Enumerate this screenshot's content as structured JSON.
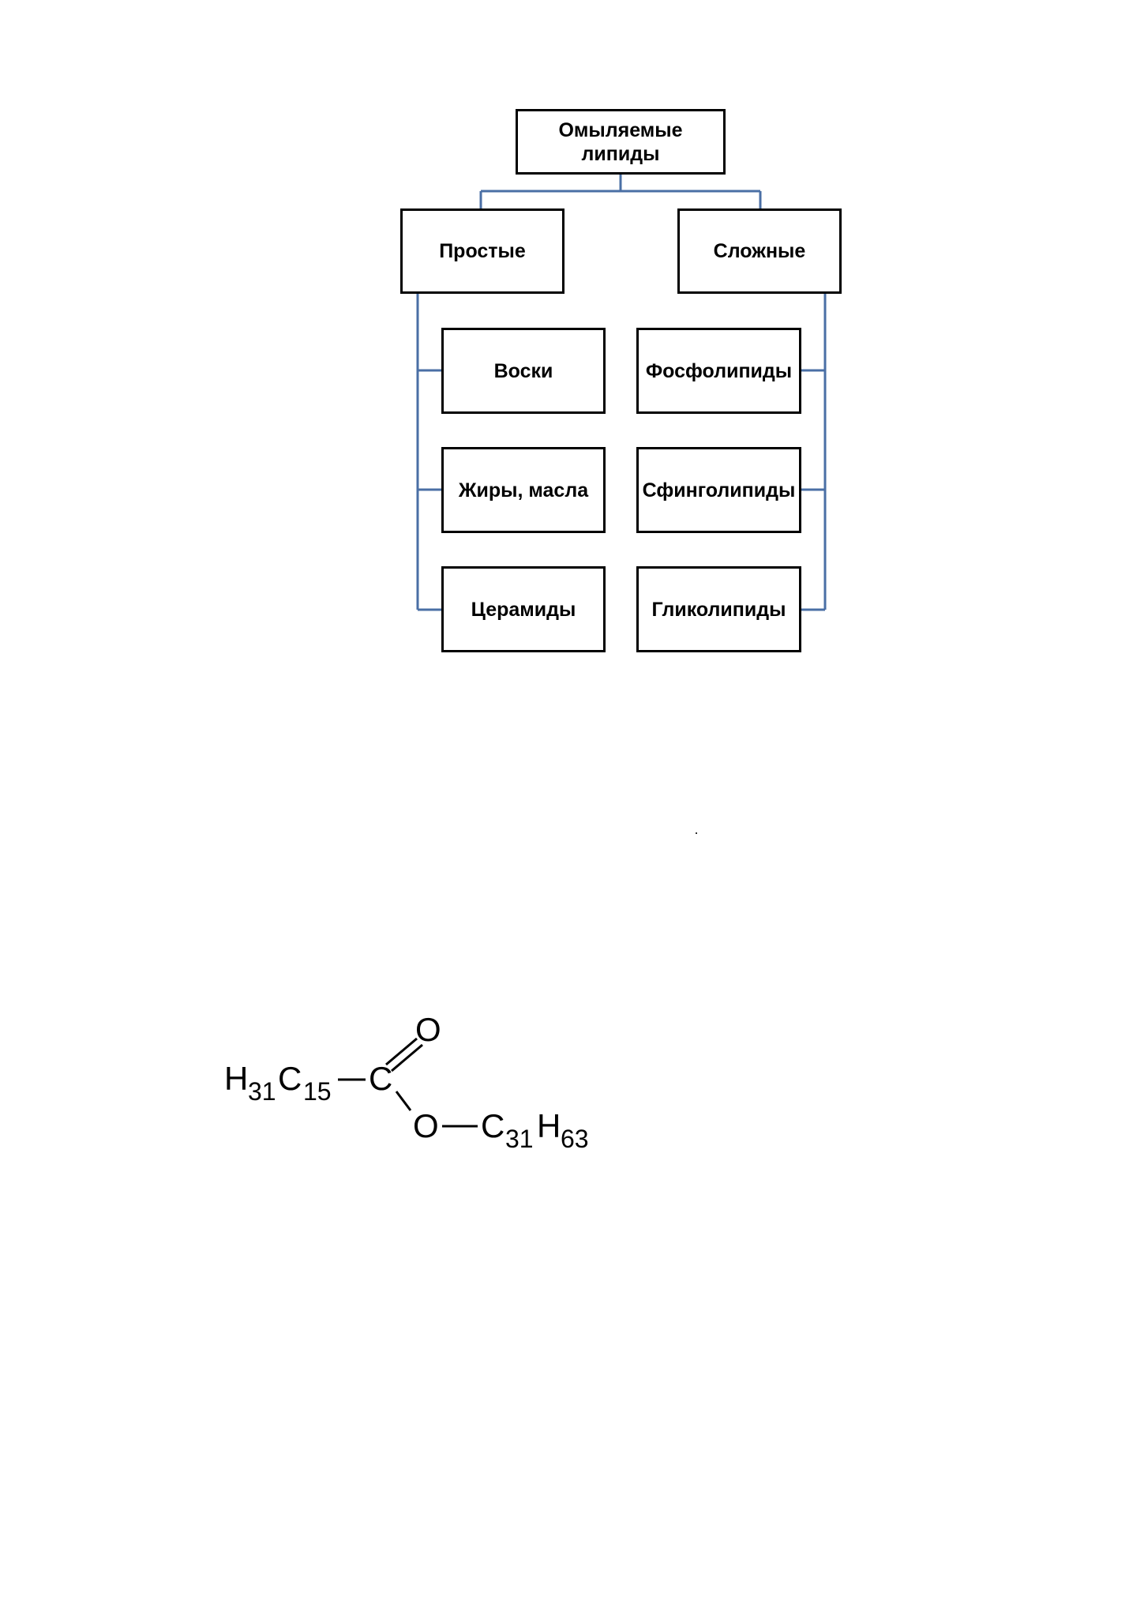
{
  "hierarchy": {
    "root": "Омыляемые\nлипиды",
    "simple": {
      "label": "Простые",
      "items": [
        "Воски",
        "Жиры, масла",
        "Церамиды"
      ]
    },
    "complex": {
      "label": "Сложные",
      "items": [
        "Фосфолипиды",
        "Сфинголипиды",
        "Гликолипиды"
      ]
    },
    "connector_color": "#4a6fa5"
  },
  "formula": {
    "left_H": "H",
    "left_H_sub": "31",
    "left_C": "C",
    "left_C_sub": "15",
    "carbonyl_C": "C",
    "carbonyl_O": "O",
    "ester_O": "O",
    "right_C": "C",
    "right_C_sub": "31",
    "right_H": "H",
    "right_H_sub": "63"
  }
}
